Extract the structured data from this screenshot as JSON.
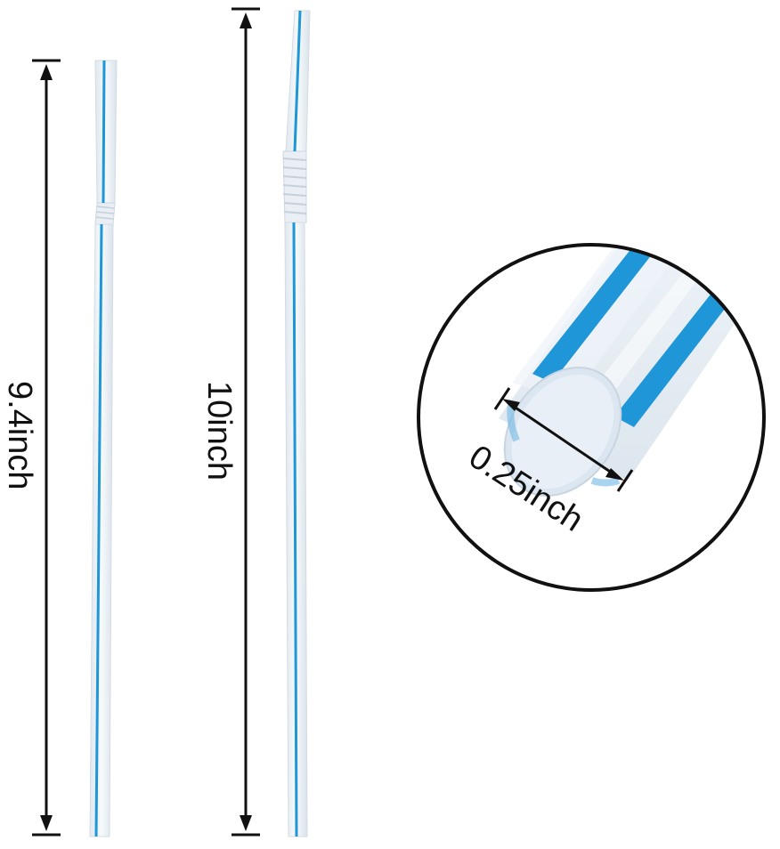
{
  "labels": {
    "short_straw_length": "9.4inch",
    "long_straw_length": "10inch",
    "straw_diameter": "0.25inch"
  },
  "colors": {
    "background": "#ffffff",
    "straw_body": "#eef3f8",
    "stripe": "#1e96d8",
    "dimension_line": "#111111",
    "circle_outline": "#111111"
  }
}
